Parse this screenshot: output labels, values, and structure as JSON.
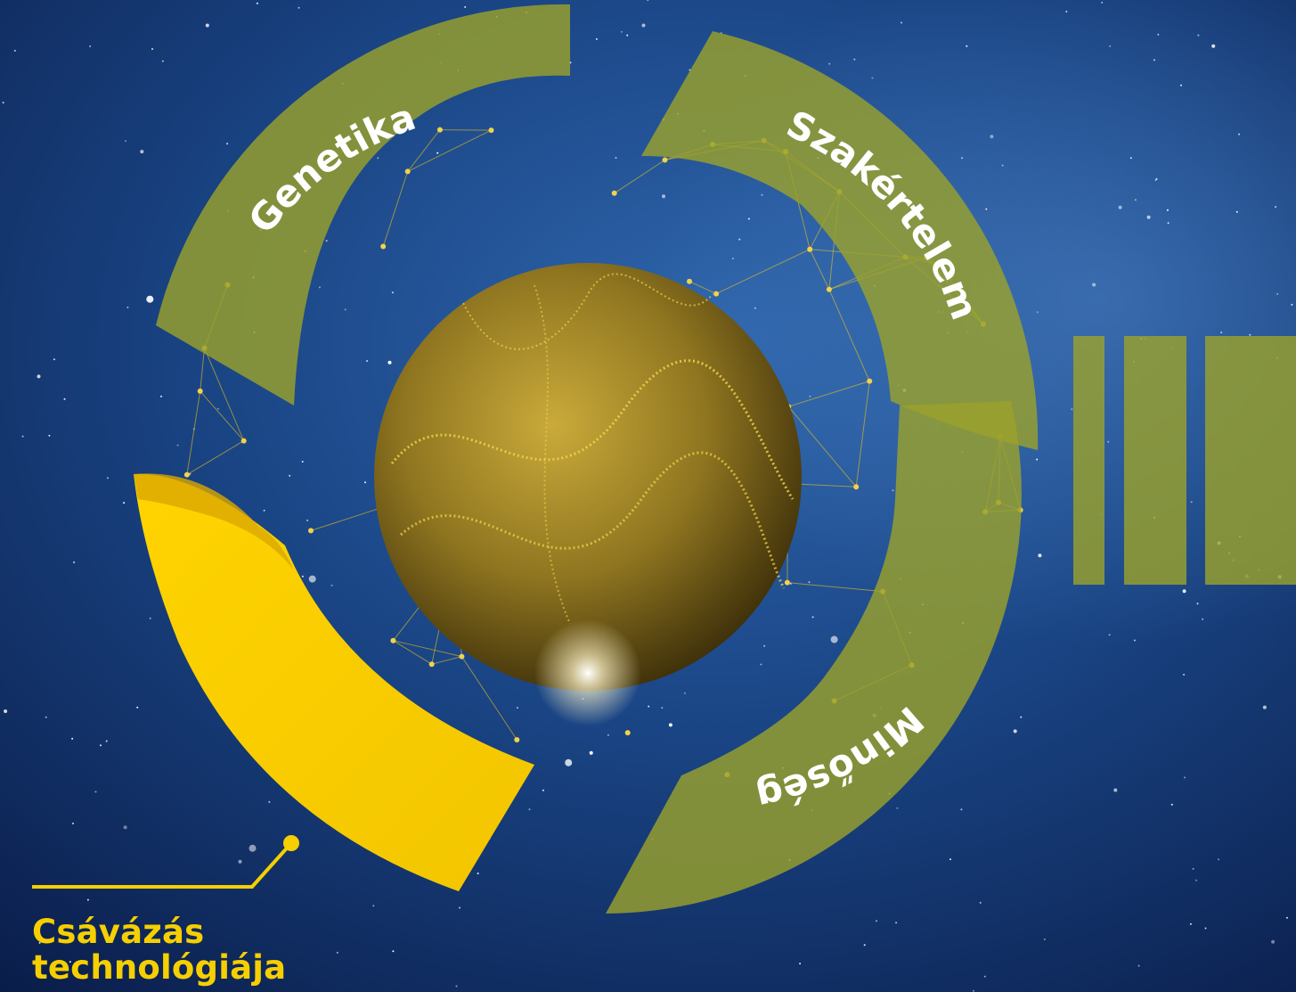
{
  "segments": {
    "genetika": "Genetika",
    "szakertelem": "Szakértelem",
    "minoseg": "Minőség"
  },
  "highlight": {
    "line1": "Csávázás",
    "line2": "technológiája"
  },
  "colors": {
    "space_dark": "#0b1f4d",
    "space_light": "#2d5fa8",
    "segment_fill": "#8f9a2a",
    "highlight_fill": "#f6cf00",
    "sphere_gold": "#b89a2a",
    "network": "#e8c21a"
  }
}
